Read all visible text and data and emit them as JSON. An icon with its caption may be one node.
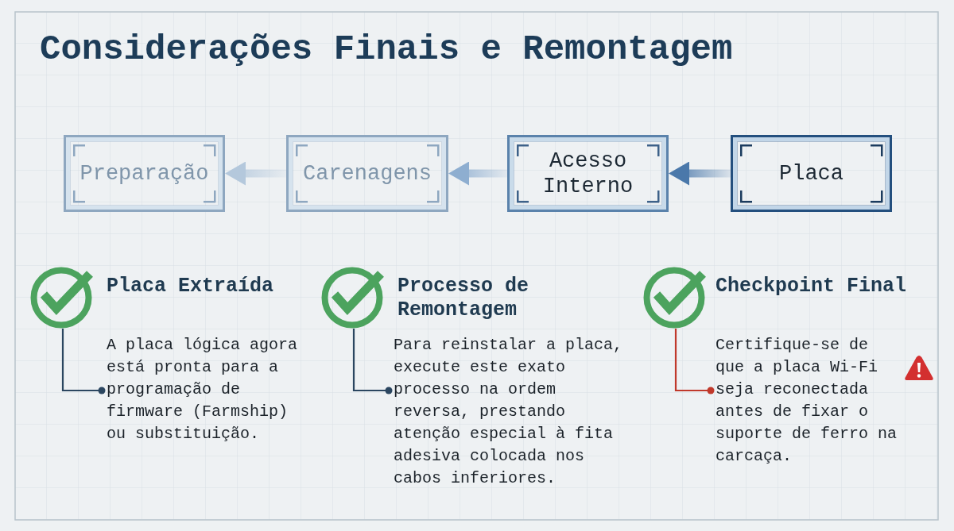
{
  "diagram": {
    "title": "Considerações Finais e Remontagem",
    "nodes": [
      {
        "text": [
          "Preparação"
        ]
      },
      {
        "text": [
          "Carenagens"
        ]
      },
      {
        "text": [
          "Acesso Interno"
        ]
      },
      {
        "text": [
          "Placa"
        ]
      },
      {
        "text": [],
        "shape": "circle",
        "beside": [
          "Placa Extraída"
        ]
      },
      {
        "text": [
          "A placa lógica agora está pronta para a programação de firmware (Farmship) ou substituição."
        ]
      },
      {
        "text": [],
        "shape": "circle",
        "beside": [
          "Processo de Remontagem"
        ]
      },
      {
        "text": [
          "Para reinstalar a placa, execute este exato processo na ordem reversa, prestando atenção especial à fita adesiva colocada nos cabos inferiores."
        ]
      },
      {
        "text": [],
        "shape": "circle",
        "beside": [
          "Checkpoint Final"
        ]
      },
      {
        "text": [
          "Certifique-se de que a placa Wi-Fi seja reconectada antes de fixar o suporte de ferro na carcaça."
        ]
      }
    ],
    "edges": [
      {
        "from": 1,
        "to": 0,
        "arrow": "to",
        "style": "thick",
        "color": "#b4c8dc"
      },
      {
        "from": 2,
        "to": 1,
        "arrow": "to",
        "style": "thick",
        "color": "#8eaed0"
      },
      {
        "from": 3,
        "to": 2,
        "arrow": "to",
        "style": "thick",
        "color": "#4a78aa"
      },
      {
        "from": 4,
        "to": 5,
        "arrow": "other"
      },
      {
        "from": 6,
        "to": 7,
        "arrow": "other"
      },
      {
        "from": 8,
        "to": 9,
        "arrow": "other",
        "color": "#c0392b"
      }
    ]
  }
}
